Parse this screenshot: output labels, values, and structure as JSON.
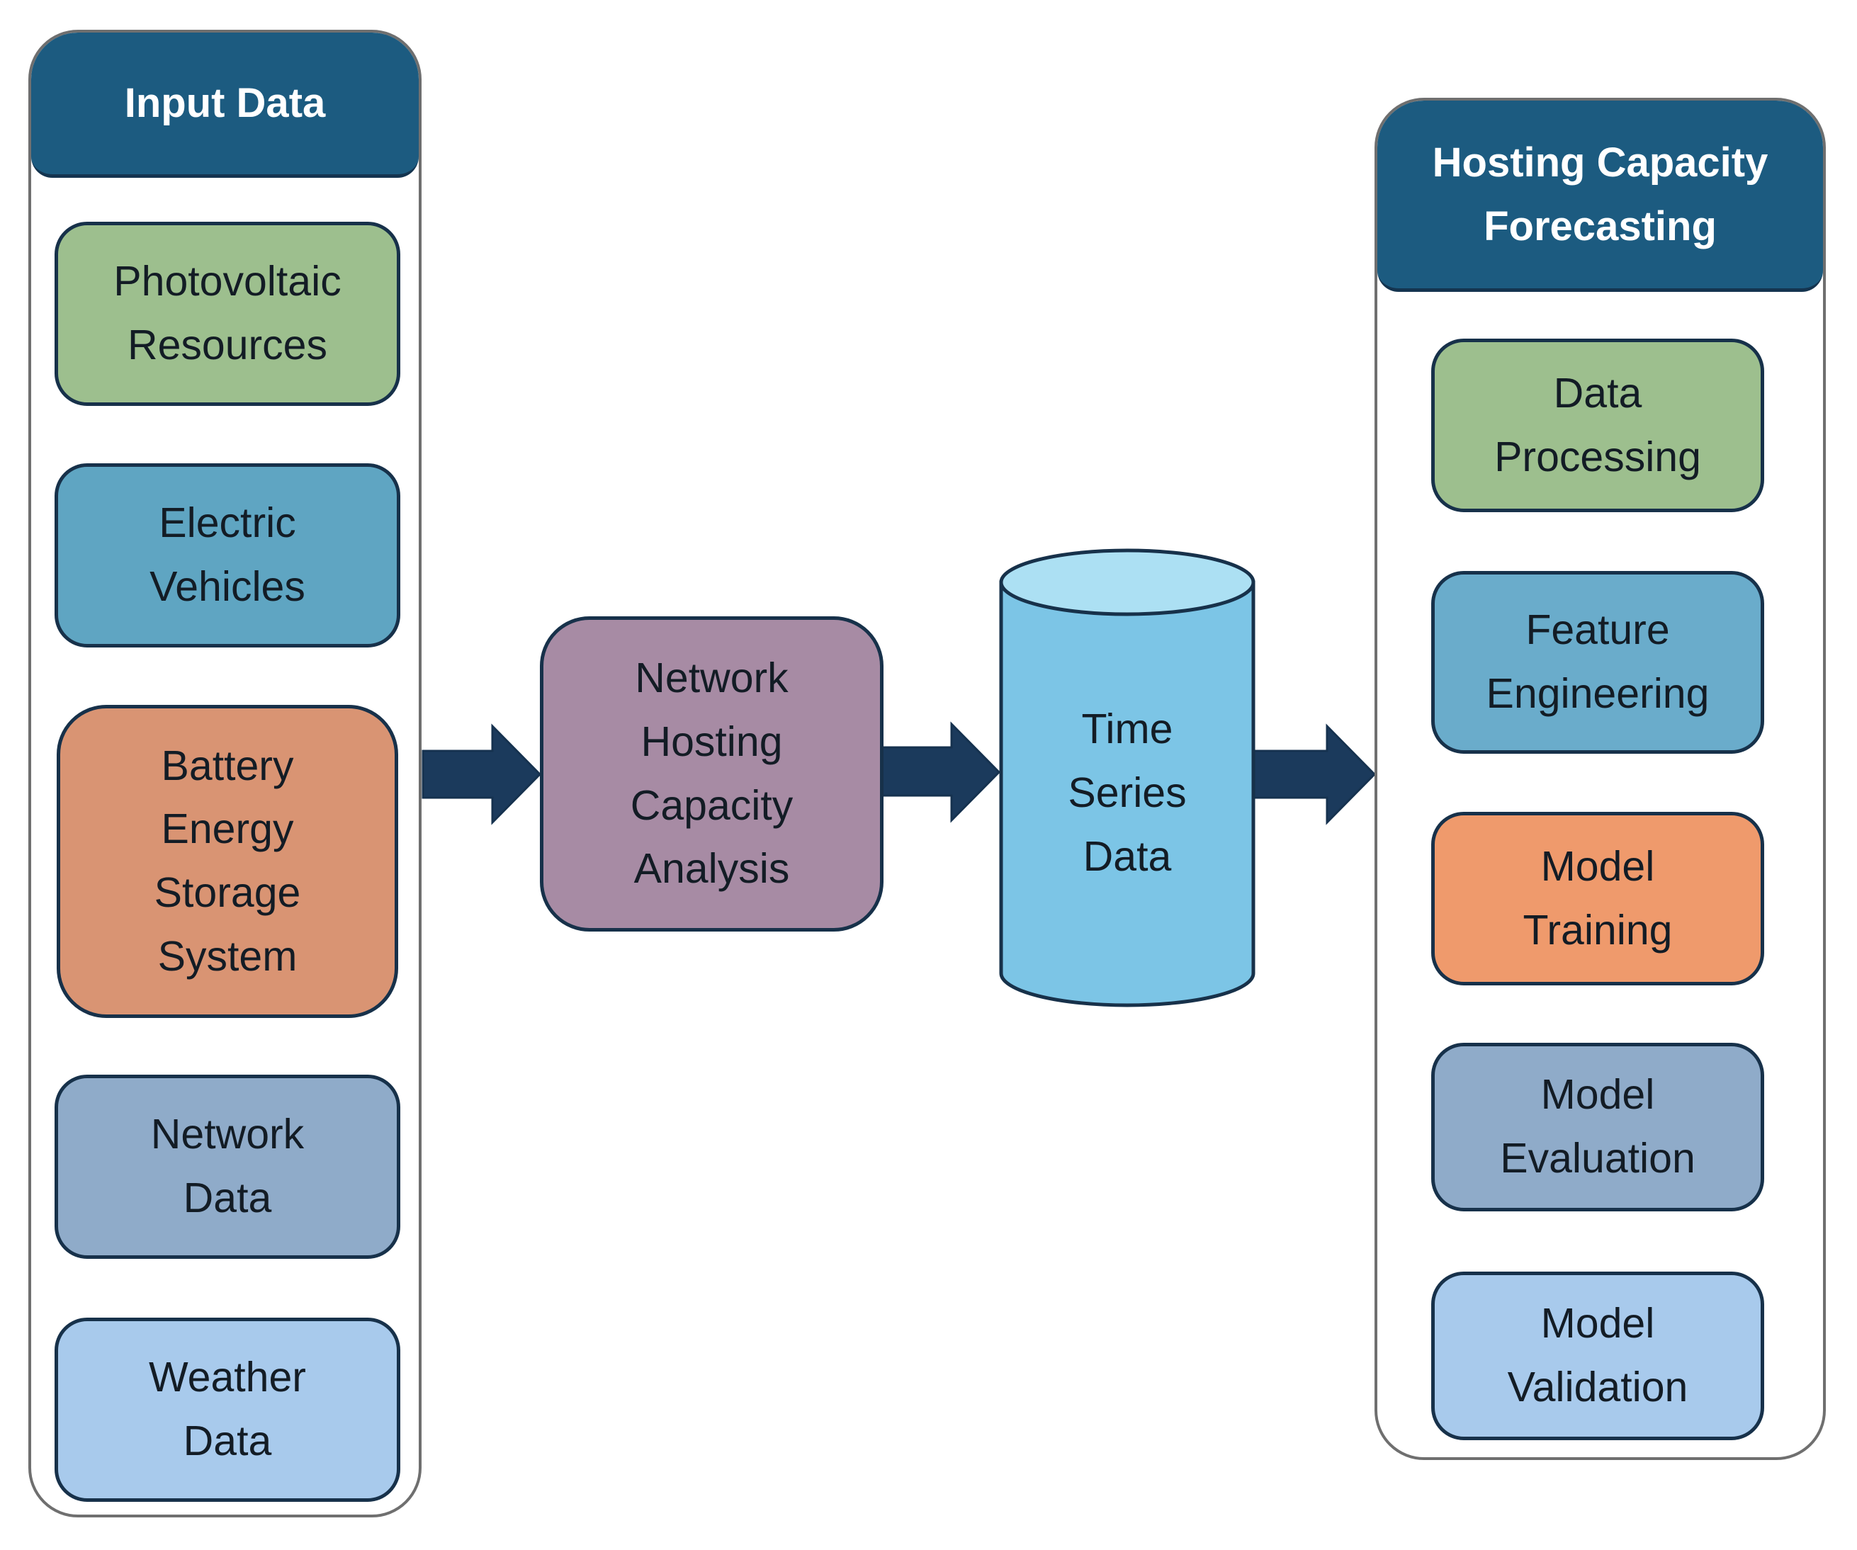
{
  "input_panel": {
    "title": "Input Data",
    "items": [
      {
        "label": "Photovoltaic\nResources",
        "color": "#9dbf8e"
      },
      {
        "label": "Electric\nVehicles",
        "color": "#5fa5c2"
      },
      {
        "label": "Battery\nEnergy\nStorage\nSystem",
        "color": "#d99473"
      },
      {
        "label": "Network\nData",
        "color": "#8fabc9"
      },
      {
        "label": "Weather\nData",
        "color": "#a8caec"
      }
    ]
  },
  "analysis_box": {
    "label": "Network\nHosting\nCapacity\nAnalysis",
    "color": "#a78ba4"
  },
  "storage": {
    "label": "Time\nSeries\nData",
    "color": "#7cc5e6",
    "top_color": "#ace0f3"
  },
  "forecast_panel": {
    "title": "Hosting Capacity\nForecasting",
    "items": [
      {
        "label": "Data\nProcessing",
        "color": "#9dbf8e"
      },
      {
        "label": "Feature\nEngineering",
        "color": "#6aaccb"
      },
      {
        "label": "Model\nTraining",
        "color": "#ef9a6c"
      },
      {
        "label": "Model\nEvaluation",
        "color": "#8fabc9"
      },
      {
        "label": "Model\nValidation",
        "color": "#a8caec"
      }
    ]
  },
  "colors": {
    "header": "#1c5b80",
    "arrow": "#1b3a5c",
    "outline": "#17314a"
  }
}
